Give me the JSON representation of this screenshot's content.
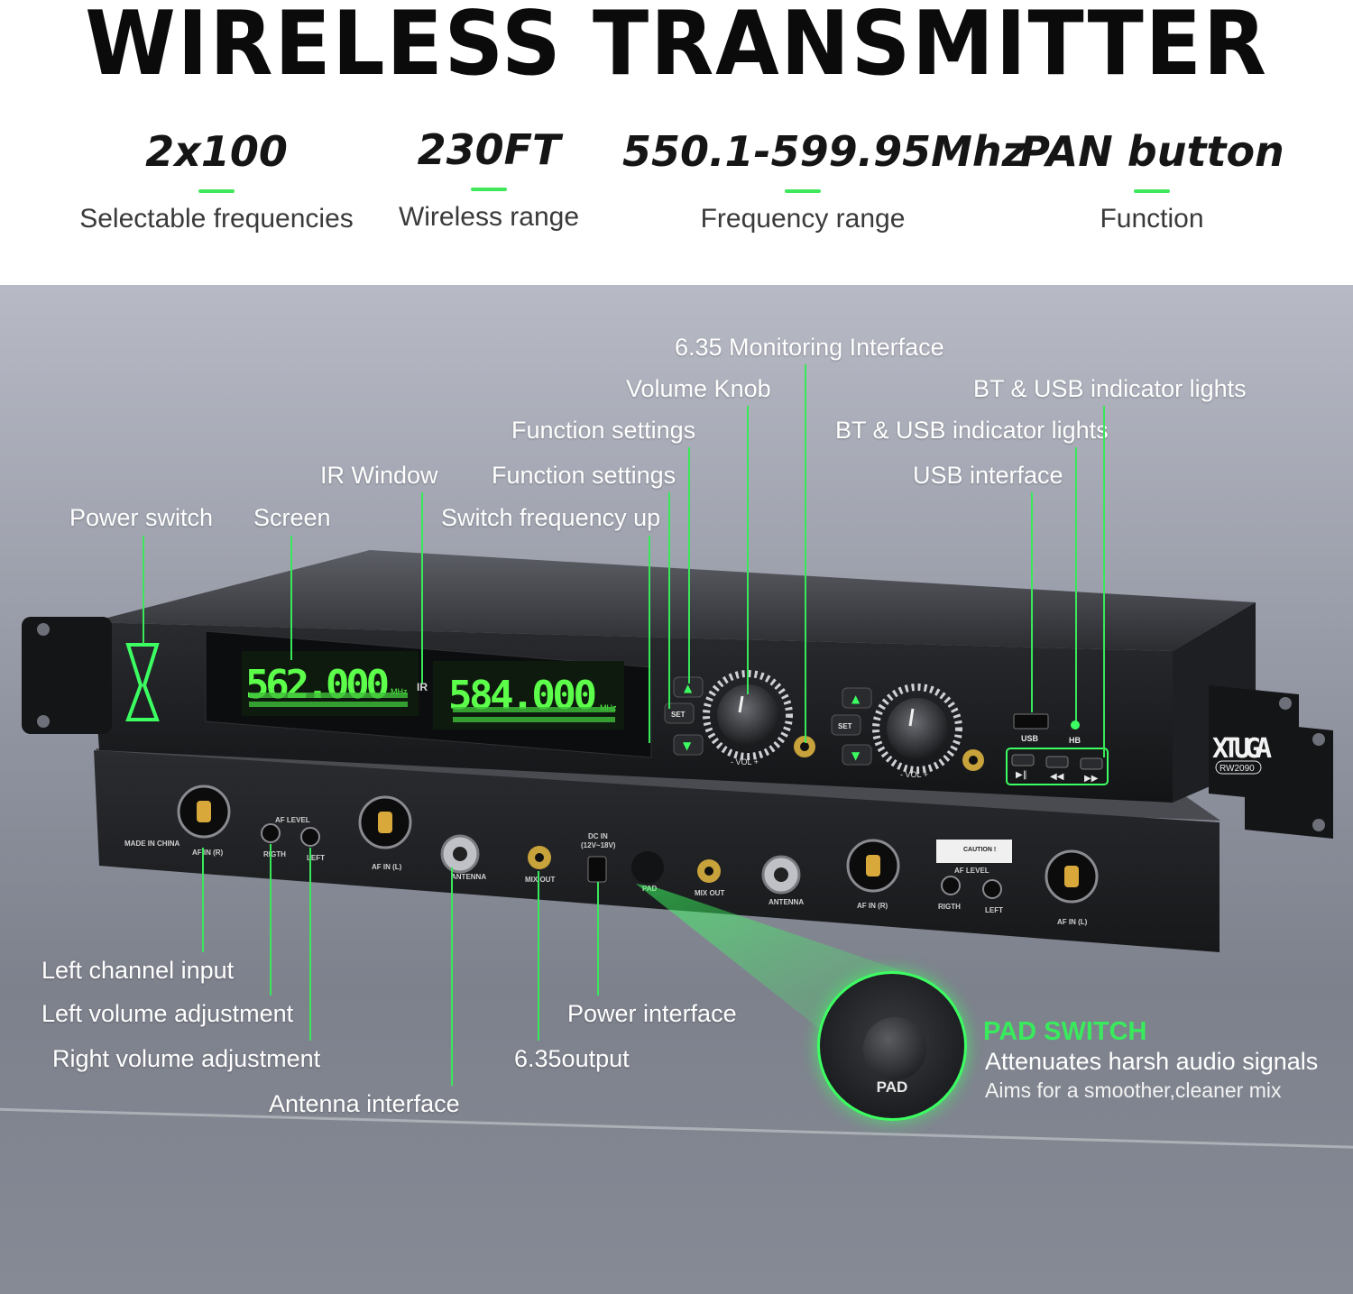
{
  "header": {
    "title": "WIRELESS TRANSMITTER"
  },
  "specs": [
    {
      "value": "2x100",
      "label": "Selectable frequencies"
    },
    {
      "value": "230FT",
      "label": "Wireless range"
    },
    {
      "value": "550.1-599.95Mhz",
      "label": "Frequency range"
    },
    {
      "value": "PAN button",
      "label": "Function"
    }
  ],
  "front_callouts": {
    "monitoring": "6.35 Monitoring Interface",
    "volume_knob": "Volume Knob",
    "bt_usb_1": "BT & USB indicator lights",
    "function_settings_1": "Function settings",
    "bt_usb_2": "BT & USB indicator lights",
    "ir_window": "IR Window",
    "function_settings_2": "Function settings",
    "usb_interface": "USB interface",
    "power_switch": "Power switch",
    "screen": "Screen",
    "freq_up": "Switch frequency up"
  },
  "rear_callouts": {
    "left_channel": "Left channel input",
    "left_volume": "Left volume adjustment",
    "right_volume": "Right volume adjustment",
    "antenna": "Antenna interface",
    "power_interface": "Power interface",
    "output": "6.35output"
  },
  "device": {
    "display_left": "562.000",
    "display_right": "584.000",
    "mhz": "MHz",
    "ir": "IR",
    "set": "SET",
    "vol": "- VOL +",
    "usb": "USB",
    "hb": "HB",
    "brand": "XTUGA",
    "model": "RW2090",
    "made_in": "MADE IN CHINA",
    "af_level": "AF LEVEL",
    "rigth": "RIGTH",
    "left": "LEFT",
    "af_in_r": "AF IN (R)",
    "af_in_l": "AF IN (L)",
    "antenna": "ANTENNA",
    "mix_out": "MIX OUT",
    "dc_in": "DC IN",
    "dc_volt": "(12V~18V)",
    "pad": "PAD",
    "caution": "CAUTION !"
  },
  "pad_feature": {
    "label": "PAD",
    "title": "PAD SWITCH",
    "line1": "Attenuates harsh audio signals",
    "line2": "Aims for a smoother,cleaner mix"
  },
  "colors": {
    "accent_green": "#39e85a",
    "display_green": "#5cff4a",
    "device_body": "#1c1d20"
  }
}
